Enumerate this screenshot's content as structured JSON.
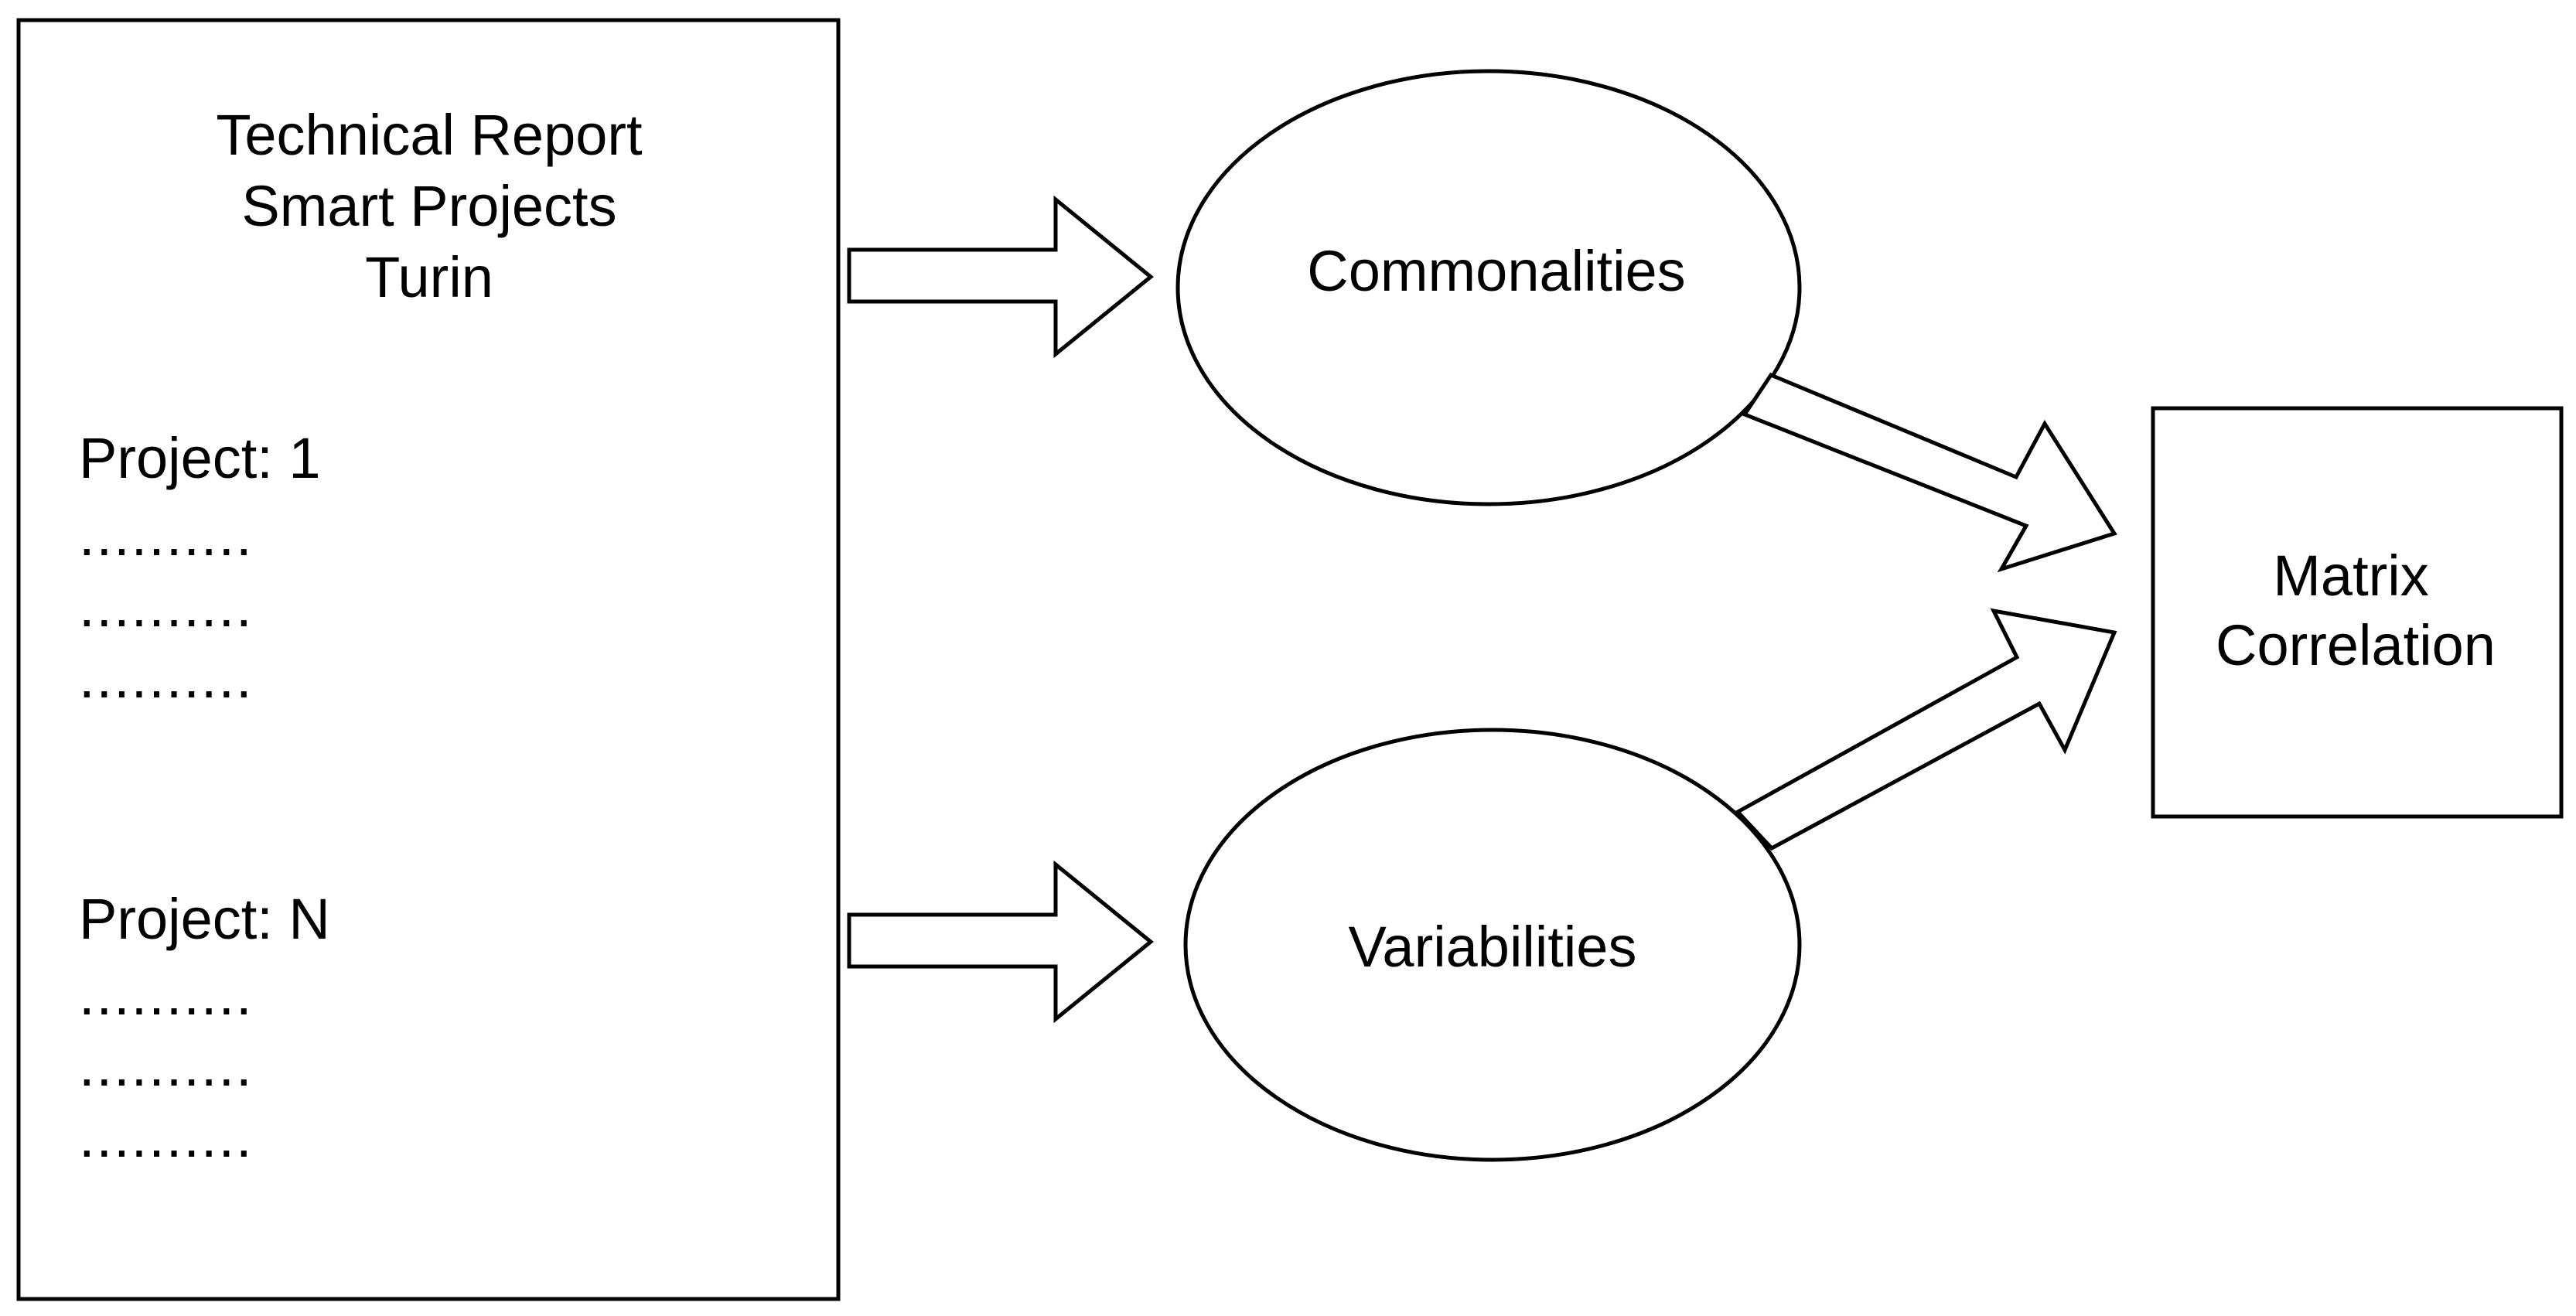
{
  "report": {
    "title_lines": [
      "Technical Report",
      "Smart Projects",
      "Turin"
    ],
    "project_first": {
      "label": "Project: 1",
      "lines": [
        "..........",
        "..........",
        ".........."
      ]
    },
    "project_last": {
      "label": "Project: N",
      "lines": [
        "..........",
        "..........",
        ".........."
      ]
    }
  },
  "nodes": {
    "commonalities": "Commonalities",
    "variabilities": "Variabilities",
    "matrix_lines": [
      "Matrix",
      "Correlation"
    ]
  },
  "colors": {
    "stroke": "#000000",
    "fill": "#ffffff",
    "text": "#000000"
  }
}
